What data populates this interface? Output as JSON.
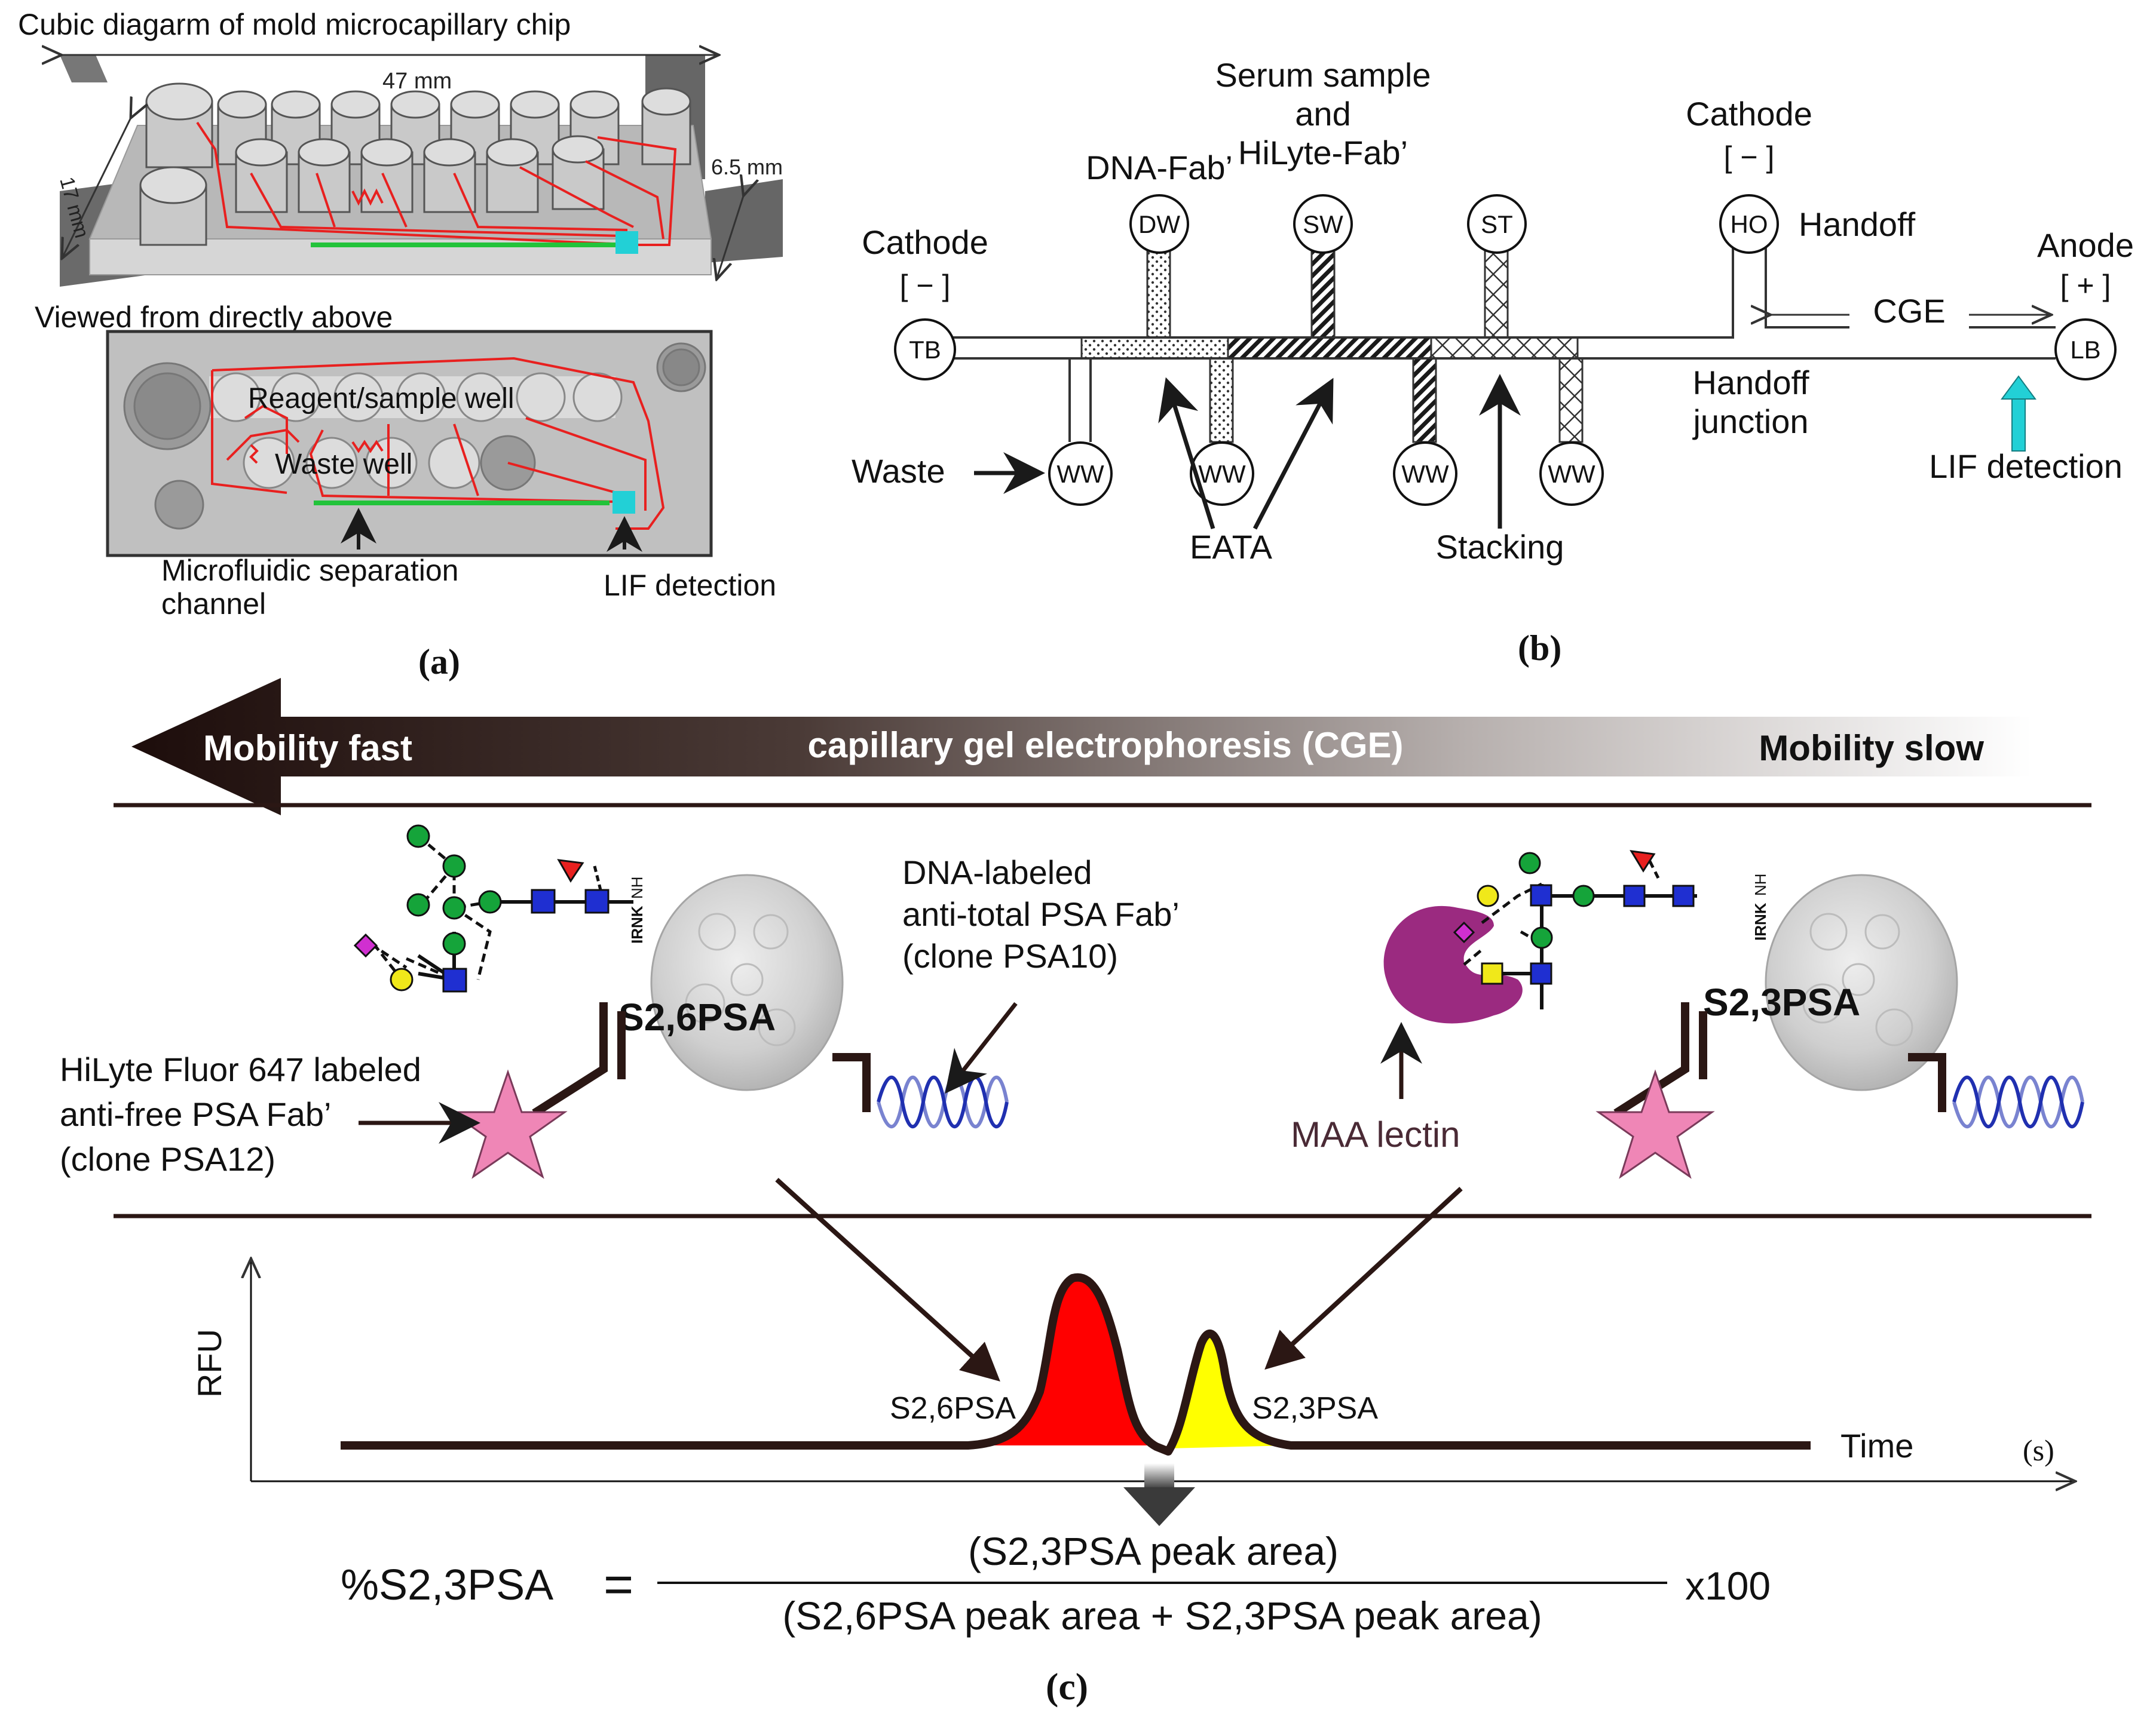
{
  "panel_a": {
    "title": "Cubic diagarm of mold microcapillary chip",
    "dim_width": "47 mm",
    "dim_depth": "17 mm",
    "dim_height": "6.5 mm",
    "top_view_title": "Viewed from directly above",
    "reagent_well": "Reagent/sample well",
    "waste_well": "Waste well",
    "separation_label_1": "Microfluidic separation",
    "separation_label_2": "channel",
    "lif": "LIF detection",
    "caption": "(a)"
  },
  "panel_b": {
    "cathode_left": "Cathode",
    "cathode_left_sign": "[ − ]",
    "dna_fab": "DNA-Fab’",
    "serum_1": "Serum sample",
    "serum_2": "and",
    "serum_3": "HiLyte-Fab’",
    "cathode_right": "Cathode",
    "cathode_right_sign": "[ − ]",
    "handoff": "Handoff",
    "anode": "Anode",
    "anode_sign": "[ + ]",
    "cge": "CGE",
    "handoff_junction_1": "Handoff",
    "handoff_junction_2": "junction",
    "waste": "Waste",
    "eata": "EATA",
    "stacking": "Stacking",
    "lif": "LIF detection",
    "wells": {
      "tb": "TB",
      "dw": "DW",
      "sw": "SW",
      "st": "ST",
      "ho": "HO",
      "lb": "LB",
      "ww": "WW"
    },
    "caption": "(b)"
  },
  "panel_c": {
    "mobility_fast": "Mobility fast",
    "cge_title": "capillary gel electrophoresis (CGE)",
    "mobility_slow": "Mobility slow",
    "s26_complex": "S2,6PSA",
    "s23_complex": "S2,3PSA",
    "dna_fab_1": "DNA-labeled",
    "dna_fab_2": "anti-total PSA Fab’",
    "dna_fab_3": "(clone PSA10)",
    "hilyte_1": "HiLyte Fluor 647 labeled",
    "hilyte_2": "anti-free PSA Fab’",
    "hilyte_3": "(clone PSA12)",
    "maa": "MAA lectin",
    "peptide": "IRNK",
    "nh": "NH",
    "ylabel": "RFU",
    "xlabel": "Time",
    "xunit": "(s)",
    "peak_s26": "S2,6PSA",
    "peak_s23": "S2,3PSA",
    "formula_lhs": "%S2,3PSA",
    "formula_eq": "=",
    "formula_num": "(S2,3PSA peak area)",
    "formula_den": "(S2,6PSA peak area + S2,3PSA peak area)",
    "formula_mult": "x100",
    "caption": "(c)"
  },
  "colors": {
    "channel_red": "#e8201f",
    "separation_green": "#22c33a",
    "lif_cyan": "#22d0d6",
    "peak_red": "#ff0000",
    "peak_yellow": "#ffff00",
    "lectin_purple": "#9b2a80",
    "star_pink": "#ef86b6",
    "dark_brown": "#2b1714"
  }
}
